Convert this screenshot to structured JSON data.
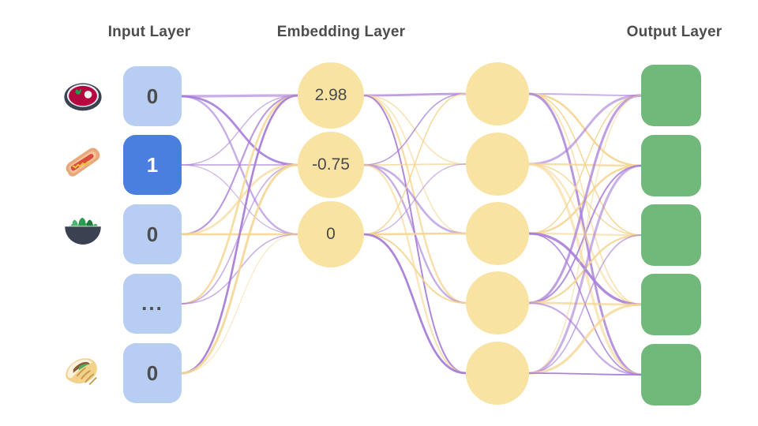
{
  "diagram": {
    "title_input": "Input Layer",
    "title_embedding": "Embedding Layer",
    "title_output": "Output Layer",
    "colors": {
      "background": "#ffffff",
      "input_box": "#b7cdf2",
      "input_box_active": "#4a7fe0",
      "embedding_circle": "#f8e3a3",
      "hidden_circle": "#f8e3a3",
      "output_box": "#70b97b",
      "edge_purple": "#a87ed8",
      "edge_yellow": "#f5d590",
      "title_text": "#4d4d4d",
      "node_text": "#4d4d4d",
      "node_text_active": "#ffffff"
    },
    "input_layer": {
      "icons": [
        "stew-bowl-icon",
        "hot-dog-icon",
        "green-salad-icon",
        "ellipsis-icon",
        "burrito-icon"
      ],
      "nodes": [
        {
          "value": "0",
          "active": false
        },
        {
          "value": "1",
          "active": true
        },
        {
          "value": "0",
          "active": false
        },
        {
          "value": "...",
          "active": false
        },
        {
          "value": "0",
          "active": false
        }
      ]
    },
    "embedding_layer": {
      "nodes": [
        {
          "value": "2.98"
        },
        {
          "value": "-0.75"
        },
        {
          "value": "0"
        }
      ]
    },
    "hidden_layer": {
      "count": 5,
      "nodes": [
        {
          "value": ""
        },
        {
          "value": ""
        },
        {
          "value": ""
        },
        {
          "value": ""
        },
        {
          "value": ""
        }
      ]
    },
    "output_layer": {
      "count": 5,
      "nodes": [
        {
          "value": ""
        },
        {
          "value": ""
        },
        {
          "value": ""
        },
        {
          "value": ""
        },
        {
          "value": ""
        }
      ]
    }
  }
}
